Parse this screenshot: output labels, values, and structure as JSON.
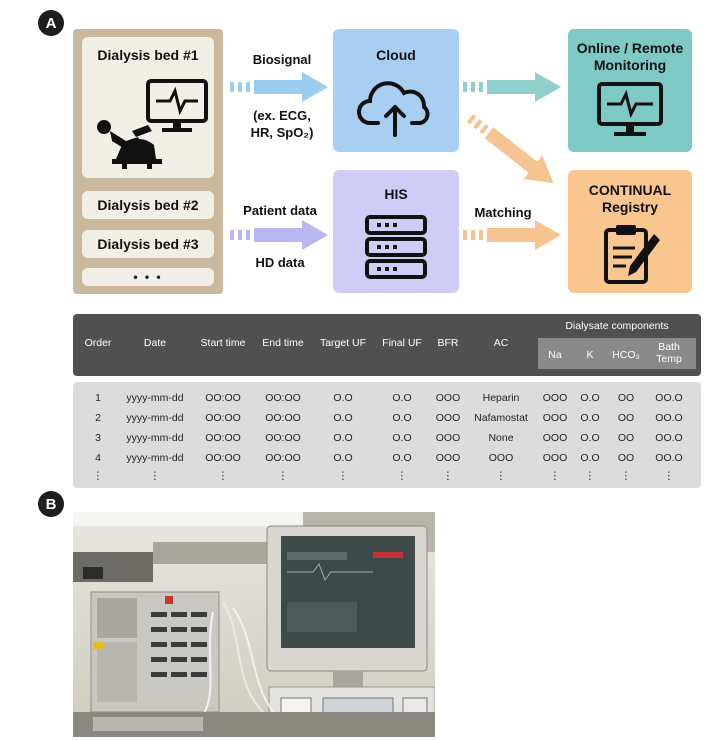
{
  "panels": {
    "a": "A",
    "b": "B"
  },
  "beds": {
    "bed1": "Dialysis bed #1",
    "bed2": "Dialysis bed #2",
    "bed3": "Dialysis bed #3",
    "more": "• • •"
  },
  "nodes": {
    "cloud": "Cloud",
    "his": "HIS",
    "monitoring_line1": "Online / Remote",
    "monitoring_line2": "Monitoring",
    "registry_line1": "CONTINUAL",
    "registry_line2": "Registry"
  },
  "flows": {
    "biosignal": "Biosignal",
    "biosignal_ex_line1": "(ex. ECG,",
    "biosignal_ex_line2": "HR, SpO₂)",
    "patient_data": "Patient data",
    "hd_data": "HD data",
    "matching": "Matching"
  },
  "table": {
    "columns": [
      "Order",
      "Date",
      "Start time",
      "End time",
      "Target UF",
      "Final UF",
      "BFR",
      "AC"
    ],
    "dialysate_group": "Dialysate components",
    "dialysate_columns": [
      "Na",
      "K",
      "HCO₃",
      "Bath Temp"
    ],
    "rows": [
      [
        "1",
        "yyyy-mm-dd",
        "OO:OO",
        "OO:OO",
        "O.O",
        "O.O",
        "OOO",
        "Heparin",
        "OOO",
        "O.O",
        "OO",
        "OO.O"
      ],
      [
        "2",
        "yyyy-mm-dd",
        "OO:OO",
        "OO:OO",
        "O.O",
        "O.O",
        "OOO",
        "Nafamostat",
        "OOO",
        "O.O",
        "OO",
        "OO.O"
      ],
      [
        "3",
        "yyyy-mm-dd",
        "OO:OO",
        "OO:OO",
        "O.O",
        "O.O",
        "OOO",
        "None",
        "OOO",
        "O.O",
        "OO",
        "OO.O"
      ],
      [
        "4",
        "yyyy-mm-dd",
        "OO:OO",
        "OO:OO",
        "O.O",
        "O.O",
        "OOO",
        "OOO",
        "OOO",
        "O.O",
        "OO",
        "OO.O"
      ]
    ],
    "ellipsis": "⋮"
  },
  "colors": {
    "bed_column": "#c9b79e",
    "cloud": "#a8cff2",
    "his": "#cfcdf5",
    "monitoring": "#7ec8c6",
    "registry": "#fac68f",
    "biosignal_arrow": "#9ccdf0",
    "patient_arrow": "#b9b7ef",
    "cloud_to_monitor_arrow": "#8fcfcc",
    "to_registry_arrow": "#f6c490"
  },
  "icons": [
    "patient-monitor-icon",
    "dialysis-patient-icon",
    "cloud-upload-icon",
    "server-stack-icon",
    "monitor-icon",
    "clipboard-pen-icon"
  ]
}
